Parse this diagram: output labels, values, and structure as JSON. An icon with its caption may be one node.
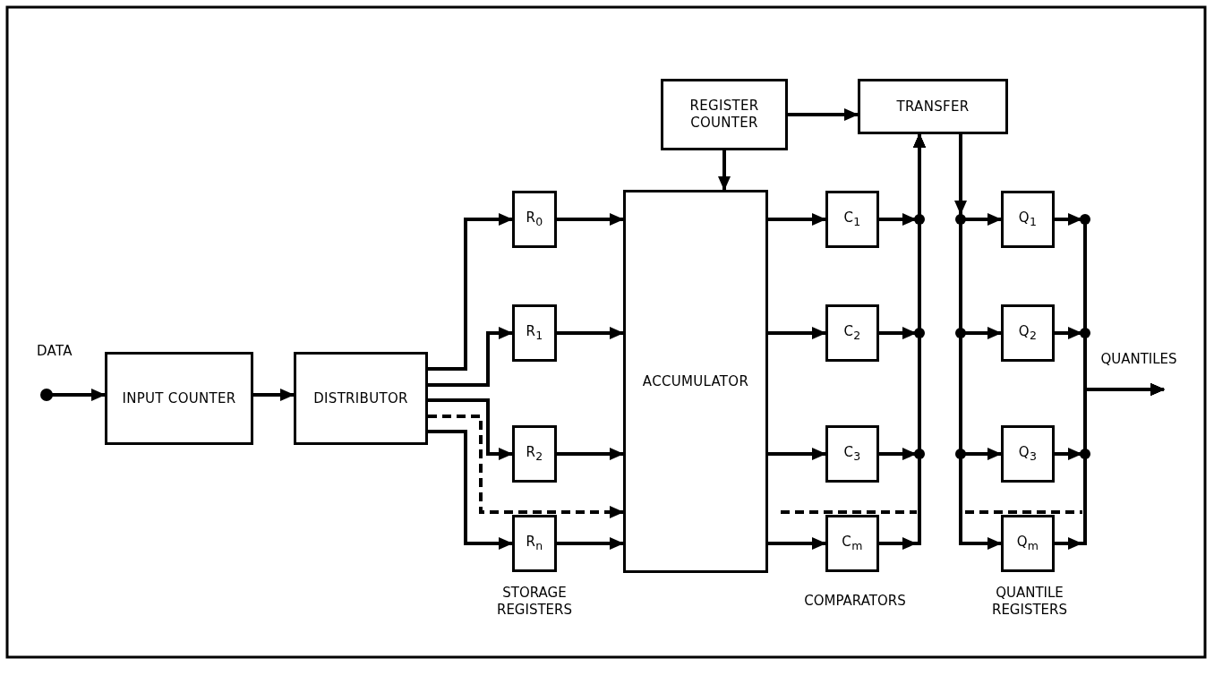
{
  "diagram": {
    "nodes": [
      {
        "text": [
          "DATA"
        ]
      },
      {
        "text": [
          "INPUT COUNTER"
        ]
      },
      {
        "text": [
          "DISTRIBUTOR"
        ]
      },
      {
        "text": [
          "R$_{0}$"
        ]
      },
      {
        "text": [
          "R$_{1}$"
        ]
      },
      {
        "text": [
          "R$_{2}$"
        ]
      },
      {
        "text": [
          "R$_{n}$"
        ]
      },
      {
        "text": [
          "ACCUMULATOR"
        ]
      },
      {
        "text": [
          "REGISTER COUNTER"
        ]
      },
      {
        "text": [
          "TRANSFER"
        ]
      },
      {
        "text": [
          "C$_{1}$"
        ]
      },
      {
        "text": [
          "C$_{2}$"
        ]
      },
      {
        "text": [
          "C$_{3}$"
        ]
      },
      {
        "text": [
          "C$_{m}$"
        ]
      },
      {
        "text": [
          "Q$_{1}$"
        ]
      },
      {
        "text": [
          "Q$_{2}$"
        ]
      },
      {
        "text": [
          "Q$_{3}$"
        ]
      },
      {
        "text": [
          "Q$_{m}$"
        ]
      }
    ],
    "edges": [
      {
        "from": 0,
        "to": 1,
        "arrow": "to"
      },
      {
        "from": 1,
        "to": 2,
        "arrow": "to"
      },
      {
        "from": 2,
        "to": 3,
        "arrow": "to"
      },
      {
        "from": 2,
        "to": 4,
        "arrow": "to"
      },
      {
        "from": 2,
        "to": 5,
        "arrow": "to"
      },
      {
        "from": 2,
        "to": 7,
        "arrow": "to",
        "style": "dashed"
      },
      {
        "from": 2,
        "to": 6,
        "arrow": "to"
      },
      {
        "from": 3,
        "to": 7,
        "arrow": "to"
      },
      {
        "from": 4,
        "to": 7,
        "arrow": "to"
      },
      {
        "from": 5,
        "to": 7,
        "arrow": "to"
      },
      {
        "from": 6,
        "to": 7,
        "arrow": "to"
      },
      {
        "from": 7,
        "to": 10,
        "arrow": "to"
      },
      {
        "from": 7,
        "to": 11,
        "arrow": "to"
      },
      {
        "from": 7,
        "to": 12,
        "arrow": "to"
      },
      {
        "from": 7,
        "to": 13,
        "arrow": "to"
      },
      {
        "from": 8,
        "to": 9,
        "arrow": "to"
      },
      {
        "from": 8,
        "to": 7,
        "arrow": "to"
      },
      {
        "from": 10,
        "to": 9,
        "arrow": "to"
      },
      {
        "from": 11,
        "to": 9,
        "arrow": "to"
      },
      {
        "from": 12,
        "to": 9,
        "arrow": "to"
      },
      {
        "from": 13,
        "to": 9,
        "arrow": "to"
      },
      {
        "from": 9,
        "to": 14,
        "arrow": "to"
      },
      {
        "from": 9,
        "to": 15,
        "arrow": "to"
      },
      {
        "from": 9,
        "to": 16,
        "arrow": "to"
      },
      {
        "from": 9,
        "to": 17,
        "arrow": "to"
      },
      {
        "from": 14,
        "to": null,
        "arrow": "to"
      },
      {
        "from": 15,
        "to": null,
        "arrow": "to"
      },
      {
        "from": 16,
        "to": null,
        "arrow": "to"
      },
      {
        "from": 17,
        "to": null,
        "arrow": "to"
      }
    ],
    "labels": [
      "QUANTILES",
      "STORAGE REGISTERS",
      "COMPARATORS",
      "QUANTILE REGISTERS"
    ]
  }
}
